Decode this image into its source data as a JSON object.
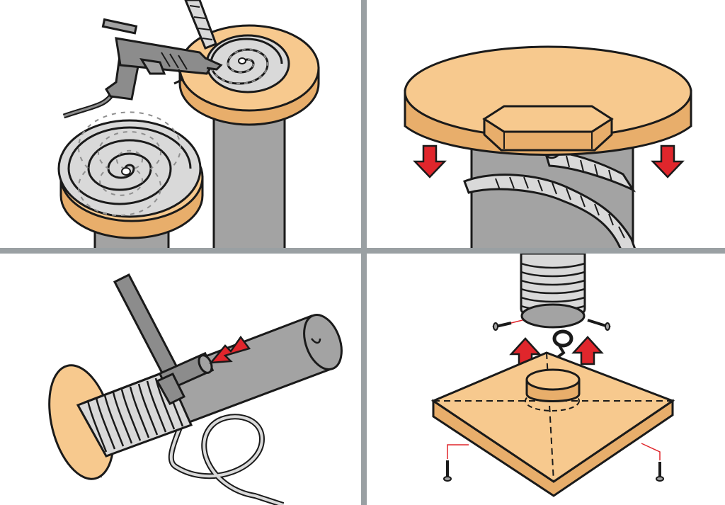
{
  "colors": {
    "wood": "#F7C98E",
    "wood_dark": "#E8AE6B",
    "metal": "#A3A3A3",
    "metal_dark": "#8C8C8C",
    "rope": "#D9D9D9",
    "rope_shadow": "#8F8F8F",
    "arrow": "#E0262C",
    "arrow_dark": "#A0161B",
    "outline": "#1A1A1A",
    "divider": "#9AA0A3",
    "background": "#FFFFFF"
  },
  "panels": [
    {
      "id": "glue-rope-on-discs",
      "icons": [
        "glue-gun-icon",
        "rope-coil-icon",
        "wooden-disc-icon",
        "metal-post-icon"
      ]
    },
    {
      "id": "fit-disc-onto-post",
      "icons": [
        "wooden-disc-icon",
        "hex-nut-icon",
        "rope-icon",
        "down-arrow-icon"
      ]
    },
    {
      "id": "glue-rope-around-pole",
      "icons": [
        "glue-gun-icon",
        "rope-wrapped-pole-icon",
        "insert-arrow-icon",
        "cable-icon"
      ]
    },
    {
      "id": "screw-base-plate",
      "icons": [
        "rope-wrapped-pole-icon",
        "screw-icon",
        "eye-hook-icon",
        "up-arrow-icon",
        "square-base-plate-icon"
      ]
    }
  ]
}
